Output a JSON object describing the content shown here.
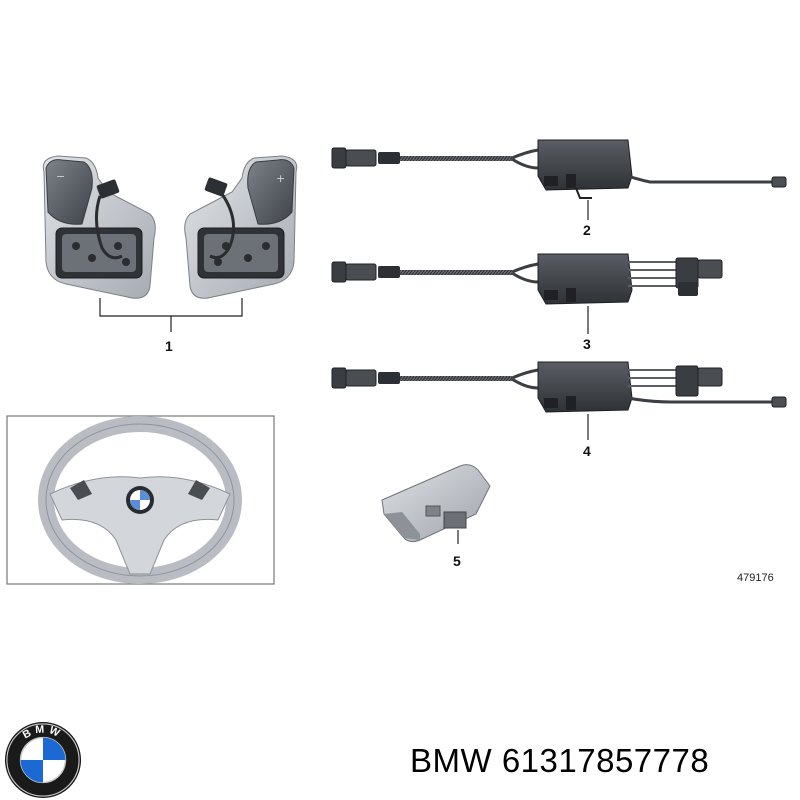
{
  "diagram": {
    "figure_number": "479176",
    "callouts": [
      {
        "id": "1",
        "label": "1"
      },
      {
        "id": "2",
        "label": "2"
      },
      {
        "id": "3",
        "label": "3"
      },
      {
        "id": "4",
        "label": "4"
      },
      {
        "id": "5",
        "label": "5"
      }
    ]
  },
  "logo": {
    "brand_lettering": "BMW"
  },
  "caption": {
    "brand": "BMW",
    "part_number": "61317857778"
  },
  "colors": {
    "panel": "#c8ccd2",
    "panel_dark": "#5b6068",
    "module": "#3d4045",
    "cable": "#555555",
    "bmw_blue": "#1c69d4"
  }
}
